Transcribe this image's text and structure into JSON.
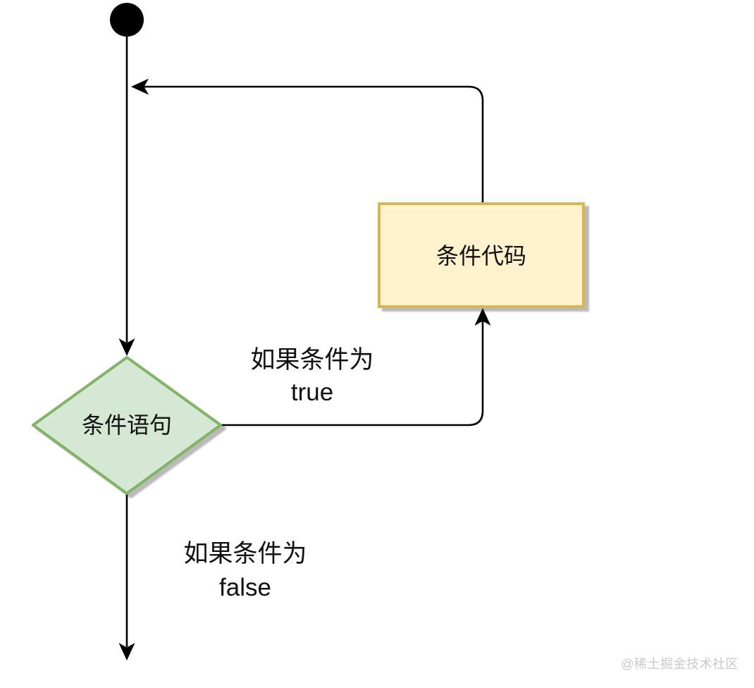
{
  "diagram": {
    "type": "flowchart",
    "description": "while-loop condition flow",
    "colors": {
      "background": "#ffffff",
      "edge_stroke": "#000000",
      "text": "#111111"
    },
    "nodes": {
      "start": {
        "shape": "filled-circle",
        "fill": "#000000"
      },
      "condition": {
        "label": "条件语句",
        "shape": "diamond",
        "fill": "#d5e8d4",
        "stroke": "#82b366"
      },
      "body": {
        "label": "条件代码",
        "shape": "rectangle",
        "fill": "#fff2cc",
        "stroke": "#d6b656"
      }
    },
    "edges": {
      "start_to_condition": {
        "label": ""
      },
      "true_branch": {
        "label_line1": "如果条件为",
        "label_line2": "true"
      },
      "false_branch": {
        "label_line1": "如果条件为",
        "label_line2": "false"
      },
      "loop_back": {
        "label": ""
      }
    }
  },
  "watermark": {
    "text": "@稀土掘金技术社区",
    "color": "#c9c9c9"
  }
}
